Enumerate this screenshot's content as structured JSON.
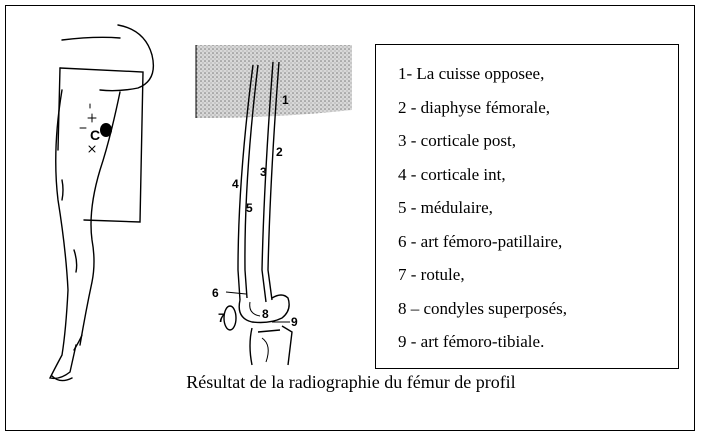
{
  "legend": {
    "items": [
      "1-  La cuisse opposee,",
      "2 - diaphyse fémorale,",
      "3 - corticale post,",
      "4 - corticale int,",
      "5 - médulaire,",
      "6 - art fémoro-patillaire,",
      "7 - rotule,",
      "8 – condyles superposés,",
      "9 - art fémoro-tibiale."
    ]
  },
  "diagram": {
    "patient_marker": "C",
    "callouts": [
      "1",
      "2",
      "3",
      "4",
      "5",
      "6",
      "7",
      "8",
      "9"
    ]
  },
  "caption": "Résultat de la radiographie du fémur de profil"
}
